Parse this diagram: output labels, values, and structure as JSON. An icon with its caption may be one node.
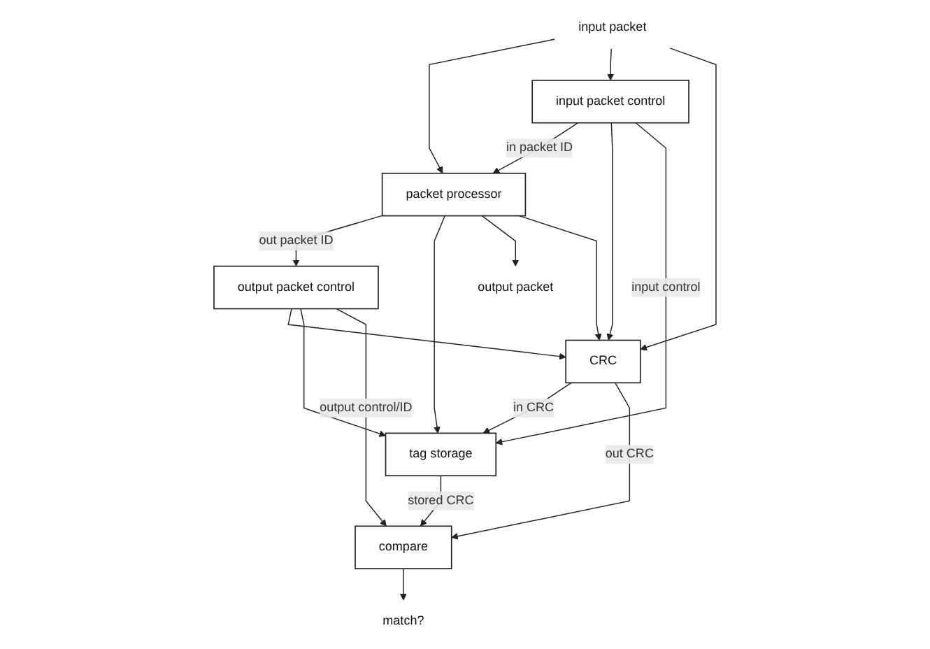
{
  "diagram": {
    "nodes": [
      {
        "text": [
          "packet processor"
        ]
      },
      {
        "text": [
          "input packet control"
        ]
      },
      {
        "text": [
          "output packet control"
        ]
      },
      {
        "text": [
          "CRC"
        ]
      },
      {
        "text": [
          "tag storage"
        ]
      },
      {
        "text": [
          "compare"
        ]
      },
      {
        "text": [
          "input packet"
        ]
      },
      {
        "text": [
          "match?"
        ]
      },
      {
        "text": [
          "output packet"
        ]
      }
    ],
    "edges": [
      {
        "from": 6,
        "to": 0,
        "arrow": "to"
      },
      {
        "from": 6,
        "to": 1,
        "arrow": "to"
      },
      {
        "from": 6,
        "to": 3,
        "arrow": "to"
      },
      {
        "from": 1,
        "to": 0,
        "arrow": "to",
        "label": "in packet ID"
      },
      {
        "from": 0,
        "to": 2,
        "arrow": "to",
        "label": "out packet ID"
      },
      {
        "from": 0,
        "to": 4,
        "arrow": "to"
      },
      {
        "from": 0,
        "to": 8,
        "arrow": "to"
      },
      {
        "from": 0,
        "to": 3,
        "arrow": "to"
      },
      {
        "from": 1,
        "to": 3,
        "arrow": "to"
      },
      {
        "from": 1,
        "to": 4,
        "arrow": "to",
        "label": "input control"
      },
      {
        "from": 3,
        "to": 4,
        "arrow": "to",
        "label": "in CRC"
      },
      {
        "from": 2,
        "to": 3,
        "arrow": "to"
      },
      {
        "from": 2,
        "to": 4,
        "arrow": "to"
      },
      {
        "from": 2,
        "to": 5,
        "arrow": "to",
        "label": "output control/ID"
      },
      {
        "from": 3,
        "to": 5,
        "arrow": "to",
        "label": "out CRC"
      },
      {
        "from": 4,
        "to": 5,
        "arrow": "to",
        "label": "stored CRC"
      },
      {
        "from": 5,
        "to": 7,
        "arrow": "to"
      }
    ]
  }
}
